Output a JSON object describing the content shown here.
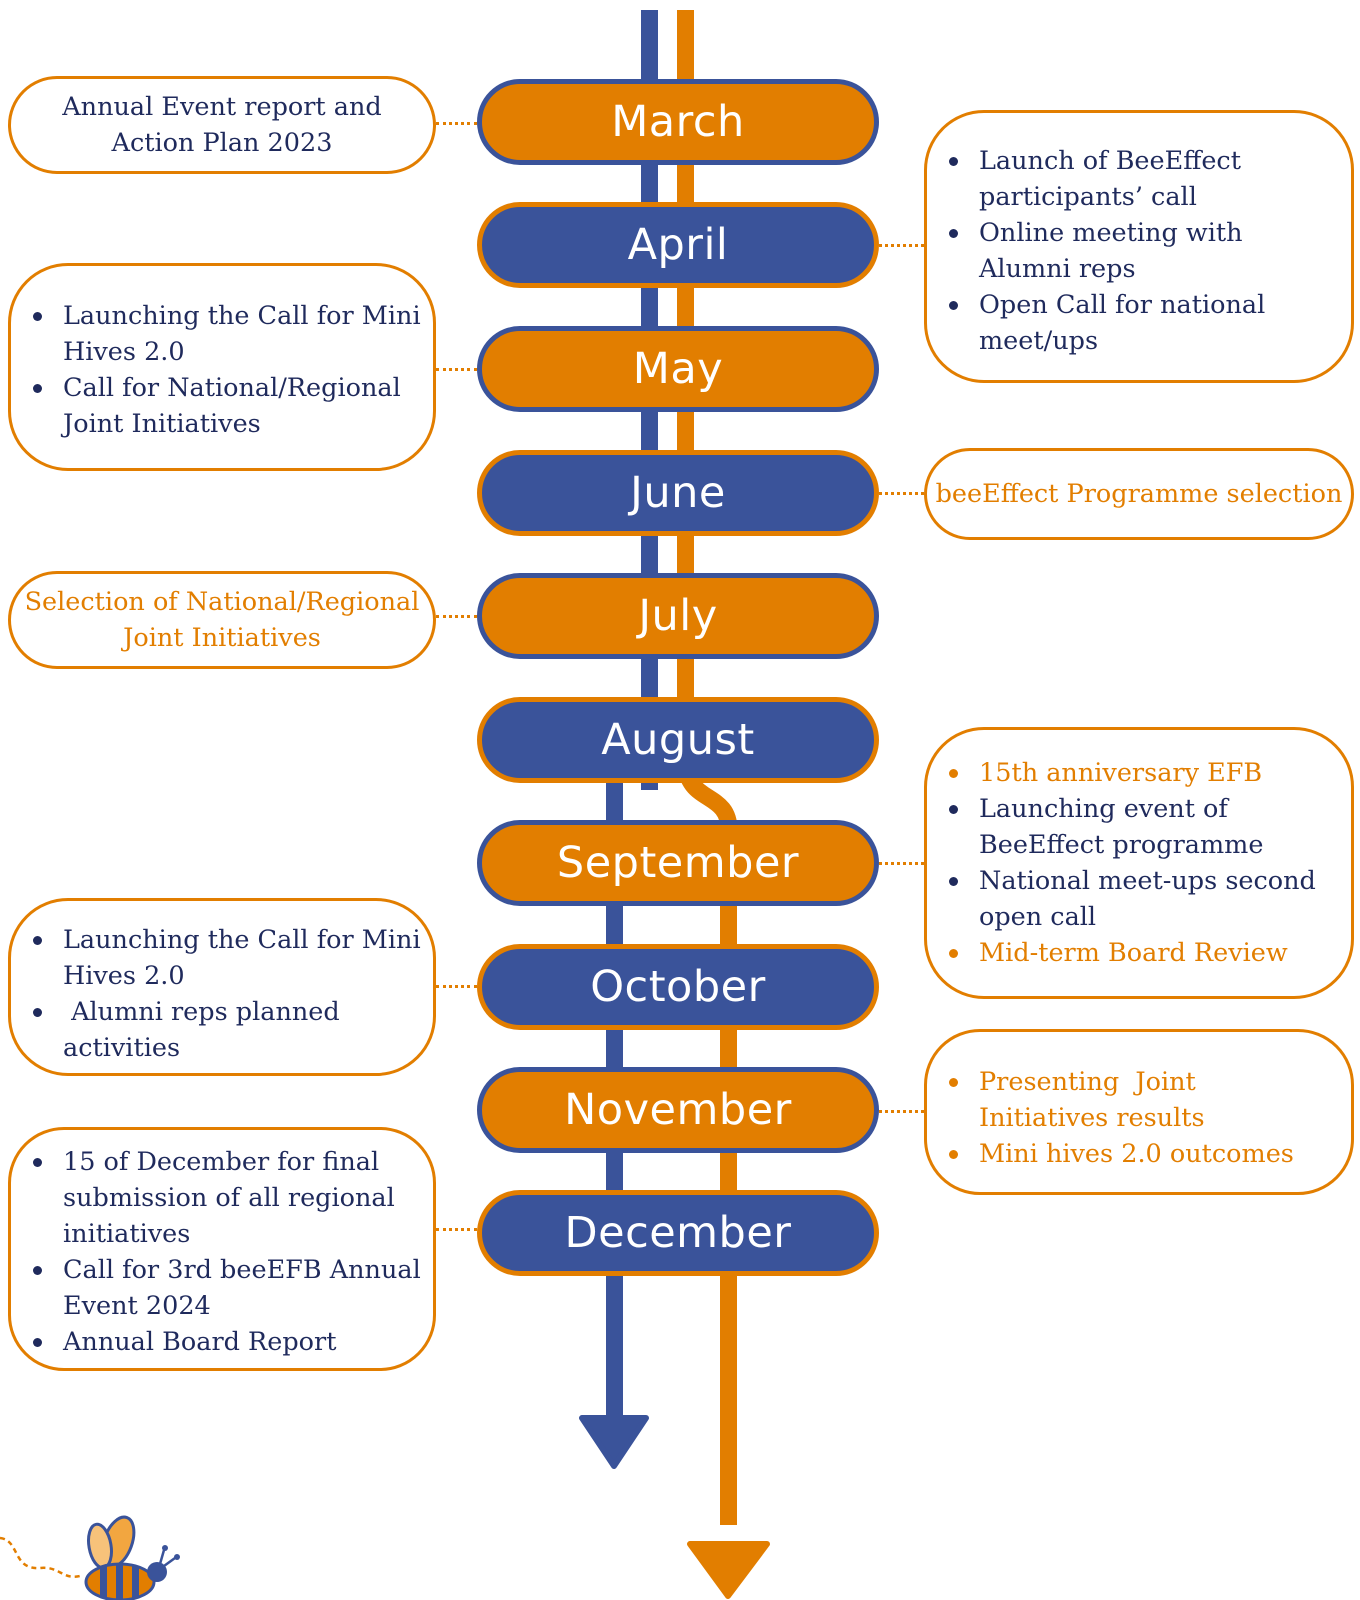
{
  "colors": {
    "blue": "#3a539a",
    "orange": "#e27e00",
    "text": "#1f2a5c"
  },
  "months": [
    "March",
    "April",
    "May",
    "June",
    "July",
    "August",
    "September",
    "October",
    "November",
    "December"
  ],
  "notes": {
    "march": {
      "text": "Annual Event report and Action Plan 2023"
    },
    "april": {
      "items": [
        "Launch of BeeEffect participants’ call",
        "Online meeting with Alumni reps",
        "Open Call for national meet/ups"
      ]
    },
    "may": {
      "items": [
        "Launching the Call for Mini Hives 2.0",
        "Call for National/Regional Joint Initiatives"
      ]
    },
    "june": {
      "text": "beeEffect Programme selection"
    },
    "july": {
      "text": "Selection of National/Regional Joint Initiatives"
    },
    "september": {
      "items": [
        "15th anniversary EFB",
        "Launching event of BeeEffect programme",
        "National meet-ups second open call",
        "Mid-term Board Review"
      ]
    },
    "october": {
      "items": [
        "Launching the Call for Mini Hives 2.0",
        " Alumni reps planned activities"
      ]
    },
    "november": {
      "items": [
        "Presenting  Joint  Initiatives results",
        "Mini hives 2.0 outcomes"
      ]
    },
    "december": {
      "items": [
        "15 of December for final submission of all regional initiatives",
        "Call for 3rd beeEFB Annual Event 2024",
        "Annual Board Report"
      ]
    }
  },
  "mascot": "bee-icon"
}
